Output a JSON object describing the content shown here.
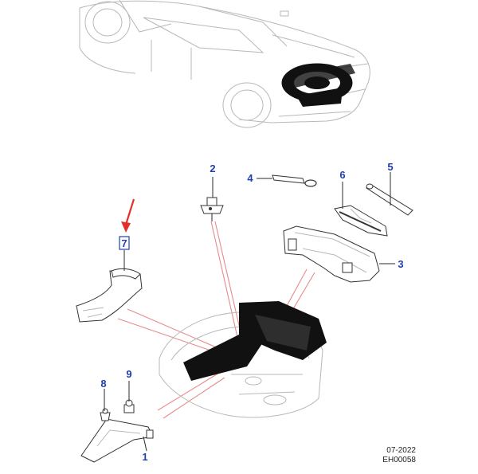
{
  "callouts": [
    {
      "id": "1",
      "label": "1"
    },
    {
      "id": "2",
      "label": "2"
    },
    {
      "id": "3",
      "label": "3"
    },
    {
      "id": "4",
      "label": "4"
    },
    {
      "id": "5",
      "label": "5"
    },
    {
      "id": "6",
      "label": "6"
    },
    {
      "id": "7",
      "label": "7",
      "highlighted": true
    },
    {
      "id": "8",
      "label": "8"
    },
    {
      "id": "9",
      "label": "9"
    }
  ],
  "footer": {
    "date": "07-2022",
    "code": "EH00058"
  },
  "colors": {
    "callout_text": "#1f3fb0",
    "pointer_arrow": "#e0302a",
    "leader_pink": "#e88a8a"
  }
}
